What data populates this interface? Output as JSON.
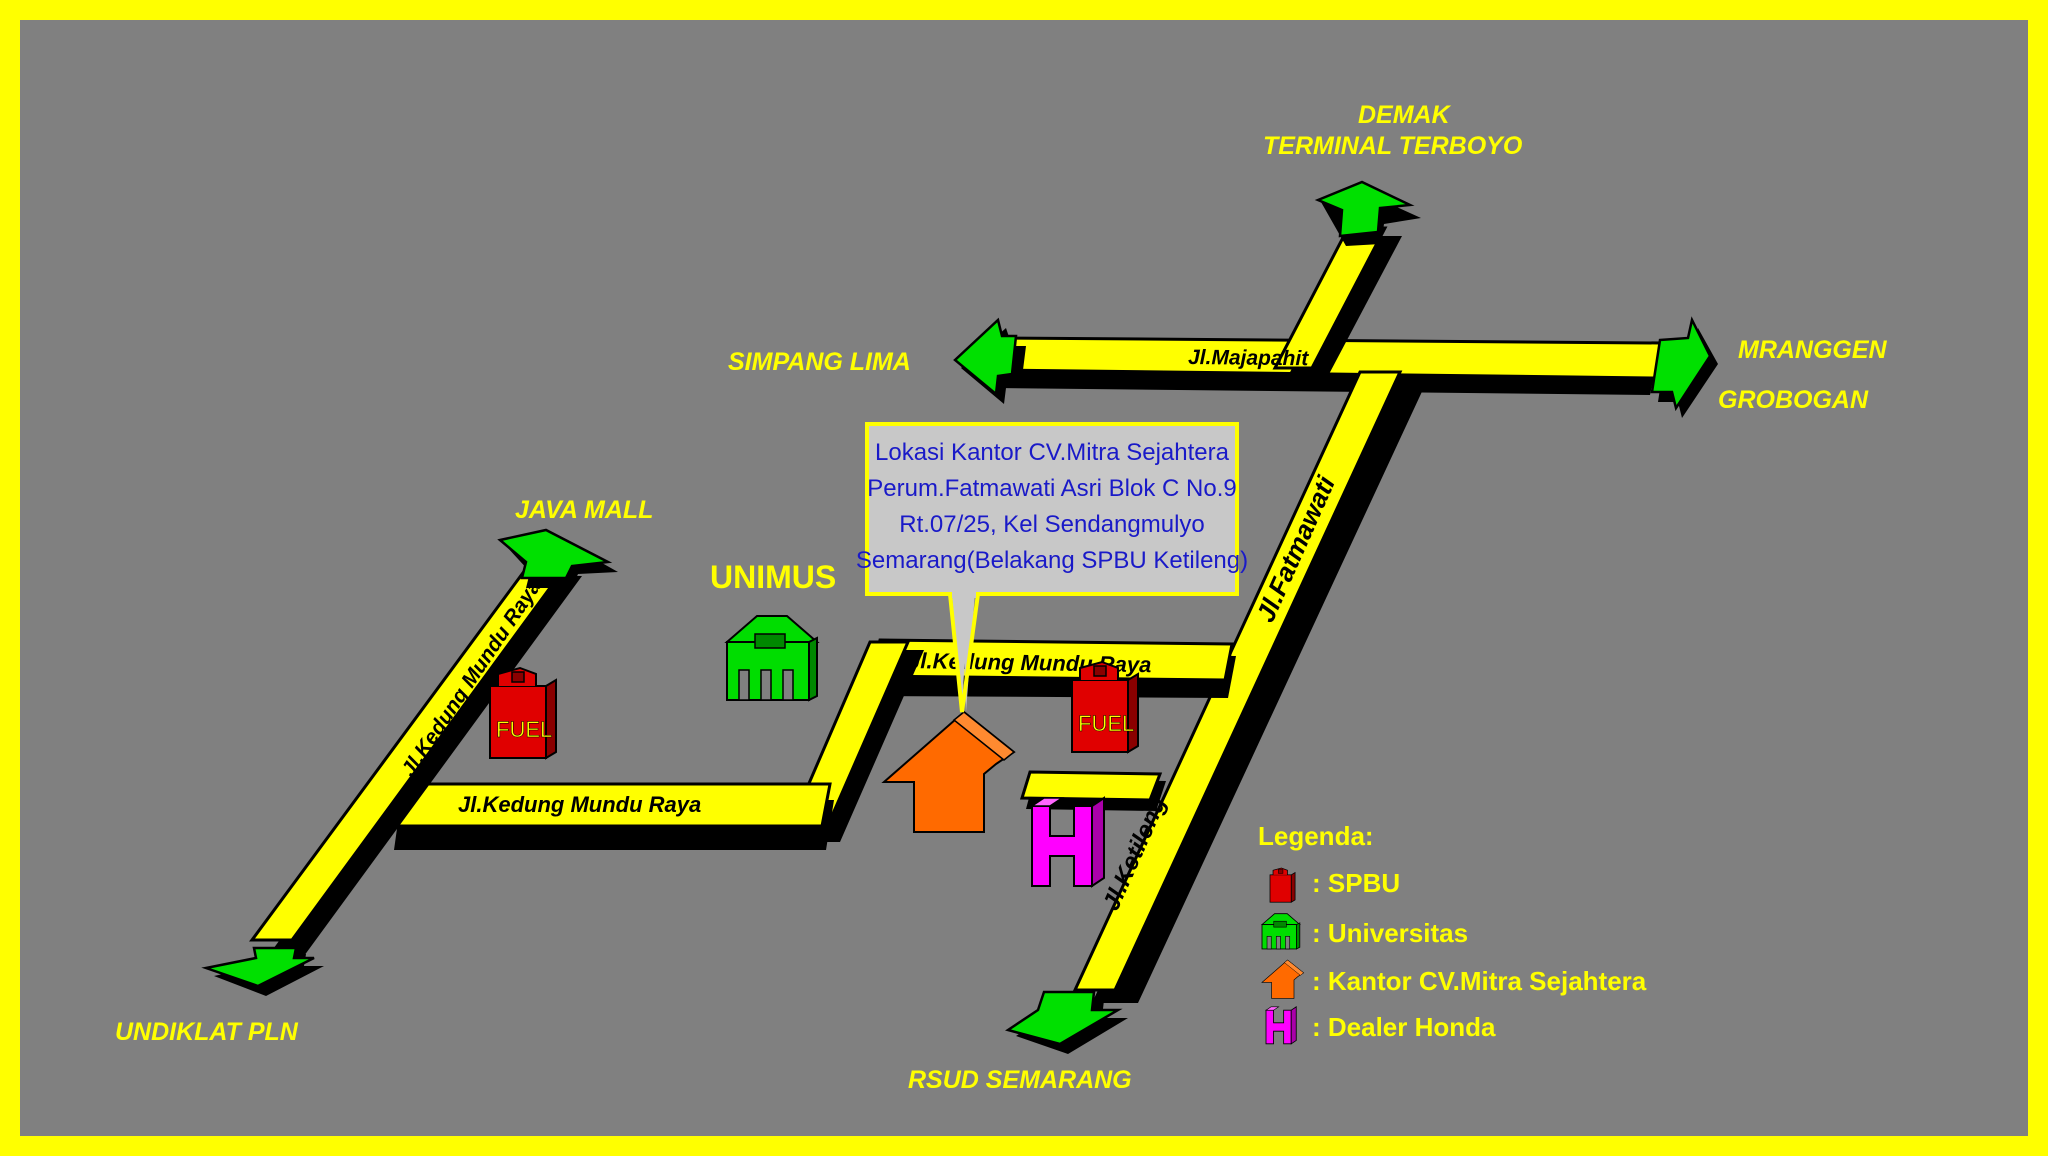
{
  "colors": {
    "frame": "#ffff00",
    "background": "#808080",
    "road": "#ffff00",
    "road_shadow": "#000000",
    "arrow": "#00e000",
    "spbu": "#e00000",
    "university": "#00dd00",
    "office": "#ff6a00",
    "honda": "#ff00ff",
    "callout_fill": "#c8c8c8",
    "callout_border": "#ffff00",
    "callout_text": "#1a1ac8"
  },
  "destinations": {
    "demak": "DEMAK",
    "terminal_terboyo": "TERMINAL TERBOYO",
    "simpang_lima": "SIMPANG LIMA",
    "mranggen": "MRANGGEN",
    "grobogan": "GROBOGAN",
    "java_mall": "JAVA MALL",
    "undiklat_pln": "UNDIKLAT PLN",
    "rsud_semarang": "RSUD SEMARANG"
  },
  "roads": {
    "majapahit": "Jl.Majapahit",
    "fatmawati": "Jl.Fatmawati",
    "ketileng": "Jl.Ketileng",
    "kedung_mundu_vertical": "Jl.Kedung Mundu Raya",
    "kedung_mundu_bottom": "Jl.Kedung Mundu Raya",
    "kedung_mundu_top": "Jl.Kedung Mundu Raya"
  },
  "landmarks": {
    "unimus": "UNIMUS",
    "fuel_label": "FUEL",
    "honda_letter": "H"
  },
  "callout": {
    "line1": "Lokasi Kantor CV.Mitra Sejahtera",
    "line2": "Perum.Fatmawati Asri Blok C No.9",
    "line3": "Rt.07/25, Kel Sendangmulyo",
    "line4": "Semarang(Belakang SPBU Ketileng)"
  },
  "legend": {
    "title": "Legenda:",
    "items": [
      {
        "icon": "fuel-pump-icon",
        "label": ": SPBU"
      },
      {
        "icon": "university-icon",
        "label": ": Universitas"
      },
      {
        "icon": "office-house-icon",
        "label": ": Kantor CV.Mitra Sejahtera"
      },
      {
        "icon": "honda-dealer-icon",
        "label": ": Dealer Honda"
      }
    ]
  }
}
